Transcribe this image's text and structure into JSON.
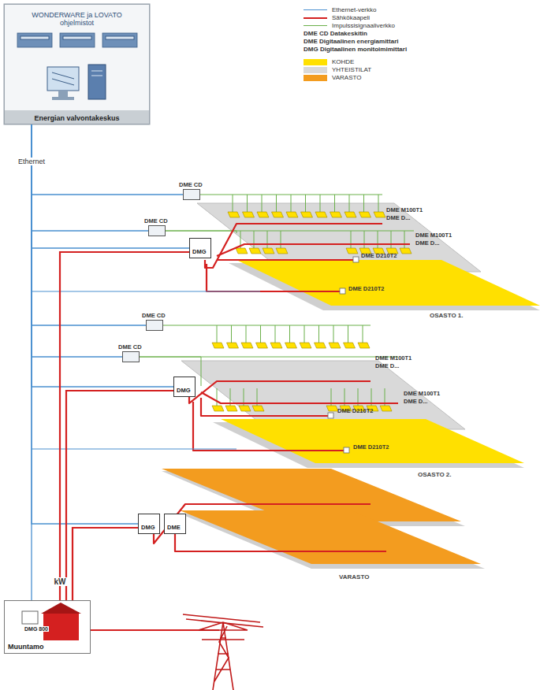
{
  "diagram": {
    "nodes": [
      {
        "text": [
          "WONDERWARE ja LOVATO ohjelmistot",
          "Energian valvontakeskus"
        ]
      },
      {
        "text": [
          "DME CD"
        ]
      },
      {
        "text": [
          "DME CD"
        ]
      },
      {
        "text": [
          "DMG"
        ]
      },
      {
        "text": [
          "DME CD"
        ]
      },
      {
        "text": [
          "DME CD"
        ]
      },
      {
        "text": [
          "DMG"
        ]
      },
      {
        "text": [
          "DMG"
        ]
      },
      {
        "text": [
          "DME"
        ]
      },
      {
        "text": [
          "DMG 800",
          "Muuntamo"
        ]
      }
    ],
    "edges": [
      {
        "from": 0,
        "to": 1,
        "arrow": "none"
      },
      {
        "from": 0,
        "to": 2,
        "arrow": "none"
      },
      {
        "from": 0,
        "to": 3,
        "arrow": "none"
      },
      {
        "from": 0,
        "to": 4,
        "arrow": "none"
      },
      {
        "from": 0,
        "to": 5,
        "arrow": "none"
      },
      {
        "from": 0,
        "to": 6,
        "arrow": "none"
      },
      {
        "from": 0,
        "to": 7,
        "arrow": "none"
      },
      {
        "from": 0,
        "to": 9,
        "label": "Ethernet",
        "arrow": "none"
      },
      {
        "from": 9,
        "to": 3,
        "label": "kW",
        "arrow": "none"
      },
      {
        "from": 9,
        "to": 6,
        "arrow": "none"
      },
      {
        "from": 9,
        "to": 7,
        "arrow": "none"
      }
    ],
    "labels": [
      "DME M100T1",
      "DME D...",
      "DME M100T1",
      "DME D...",
      "DME D210T2",
      "DME D210T2",
      "OSASTO 1.",
      "DME M100T1",
      "DME D...",
      "DME M100T1",
      "DME D...",
      "DME D210T2",
      "DME D210T2",
      "OSASTO 2.",
      "VARASTO"
    ],
    "legend": [
      {
        "text": "Ethernet-verkko"
      },
      {
        "text": "Sähkökaapeli"
      },
      {
        "text": "Impulssisignaaliverkko"
      },
      {
        "text": "DME CD Datakeskitin"
      },
      {
        "text": "DME Digitaalinen energiamittari"
      },
      {
        "text": "DMG Digitaalinen monitoimimittari"
      },
      {
        "text": "KOHDE",
        "color": "#ffe000"
      },
      {
        "text": "YHTEISTILAT",
        "color": "#d9d9d9"
      },
      {
        "text": "VARASTO",
        "color": "#f39c1f"
      }
    ]
  }
}
